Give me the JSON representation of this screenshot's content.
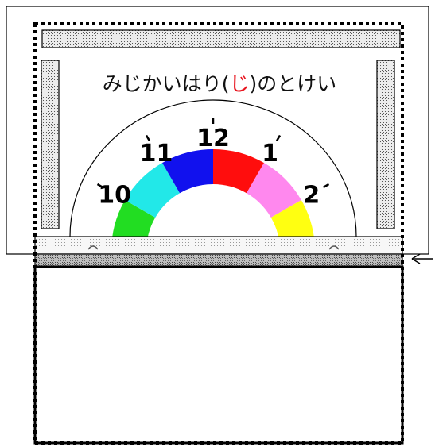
{
  "title": {
    "before": "みじかいはり(",
    "highlight": "じ",
    "after": ")のとけい",
    "highlight_color": "#e8141e"
  },
  "dial": {
    "hours": [
      "10",
      "11",
      "12",
      "1",
      "2"
    ],
    "segments": [
      {
        "color": "#22dd22"
      },
      {
        "color": "#22e8e8"
      },
      {
        "color": "#1111ee"
      },
      {
        "color": "#ff0d0d"
      },
      {
        "color": "#ff88ee"
      },
      {
        "color": "#ffff11"
      }
    ]
  },
  "pointer": {
    "icon": "arrow-left-icon"
  },
  "colors": {
    "hatch": "#c8c8c8",
    "outline": "#000000"
  }
}
